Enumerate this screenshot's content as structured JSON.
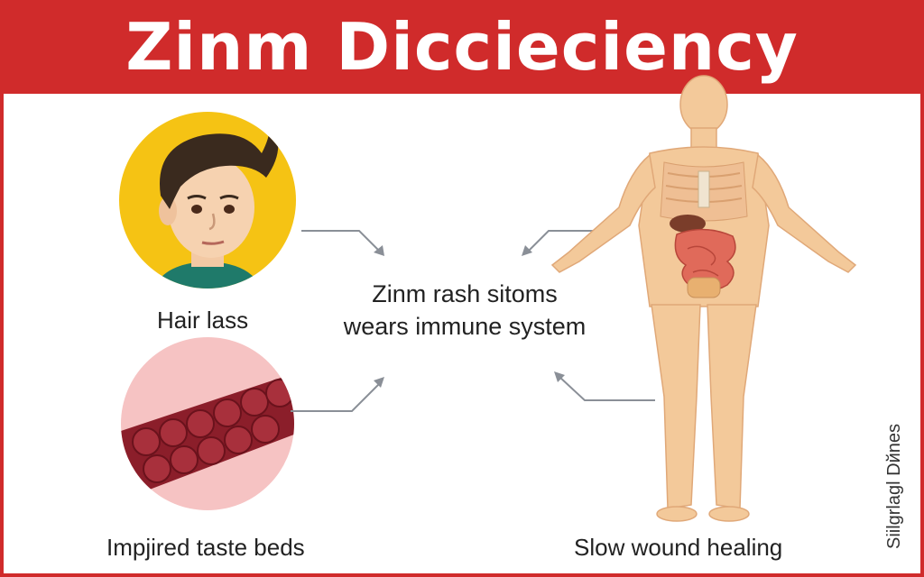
{
  "title": "Zinm Dicciecіency",
  "labels": {
    "hair": "Hair lass",
    "taste": "Impjired taste beds",
    "wound": "Slow wound healing"
  },
  "center": {
    "line1": "Zinm rash sitoms",
    "line2": "wears immune system"
  },
  "credit": "Siilgrlagl Dйnes",
  "colors": {
    "banner": "#d02b2b",
    "face_bg": "#f5c314",
    "skin": "#f3c99a",
    "tissue": "#8b1e2a",
    "arrow": "#8a8f97"
  },
  "icons": [
    "man-portrait-icon",
    "taste-tissue-icon",
    "human-body-icon"
  ]
}
